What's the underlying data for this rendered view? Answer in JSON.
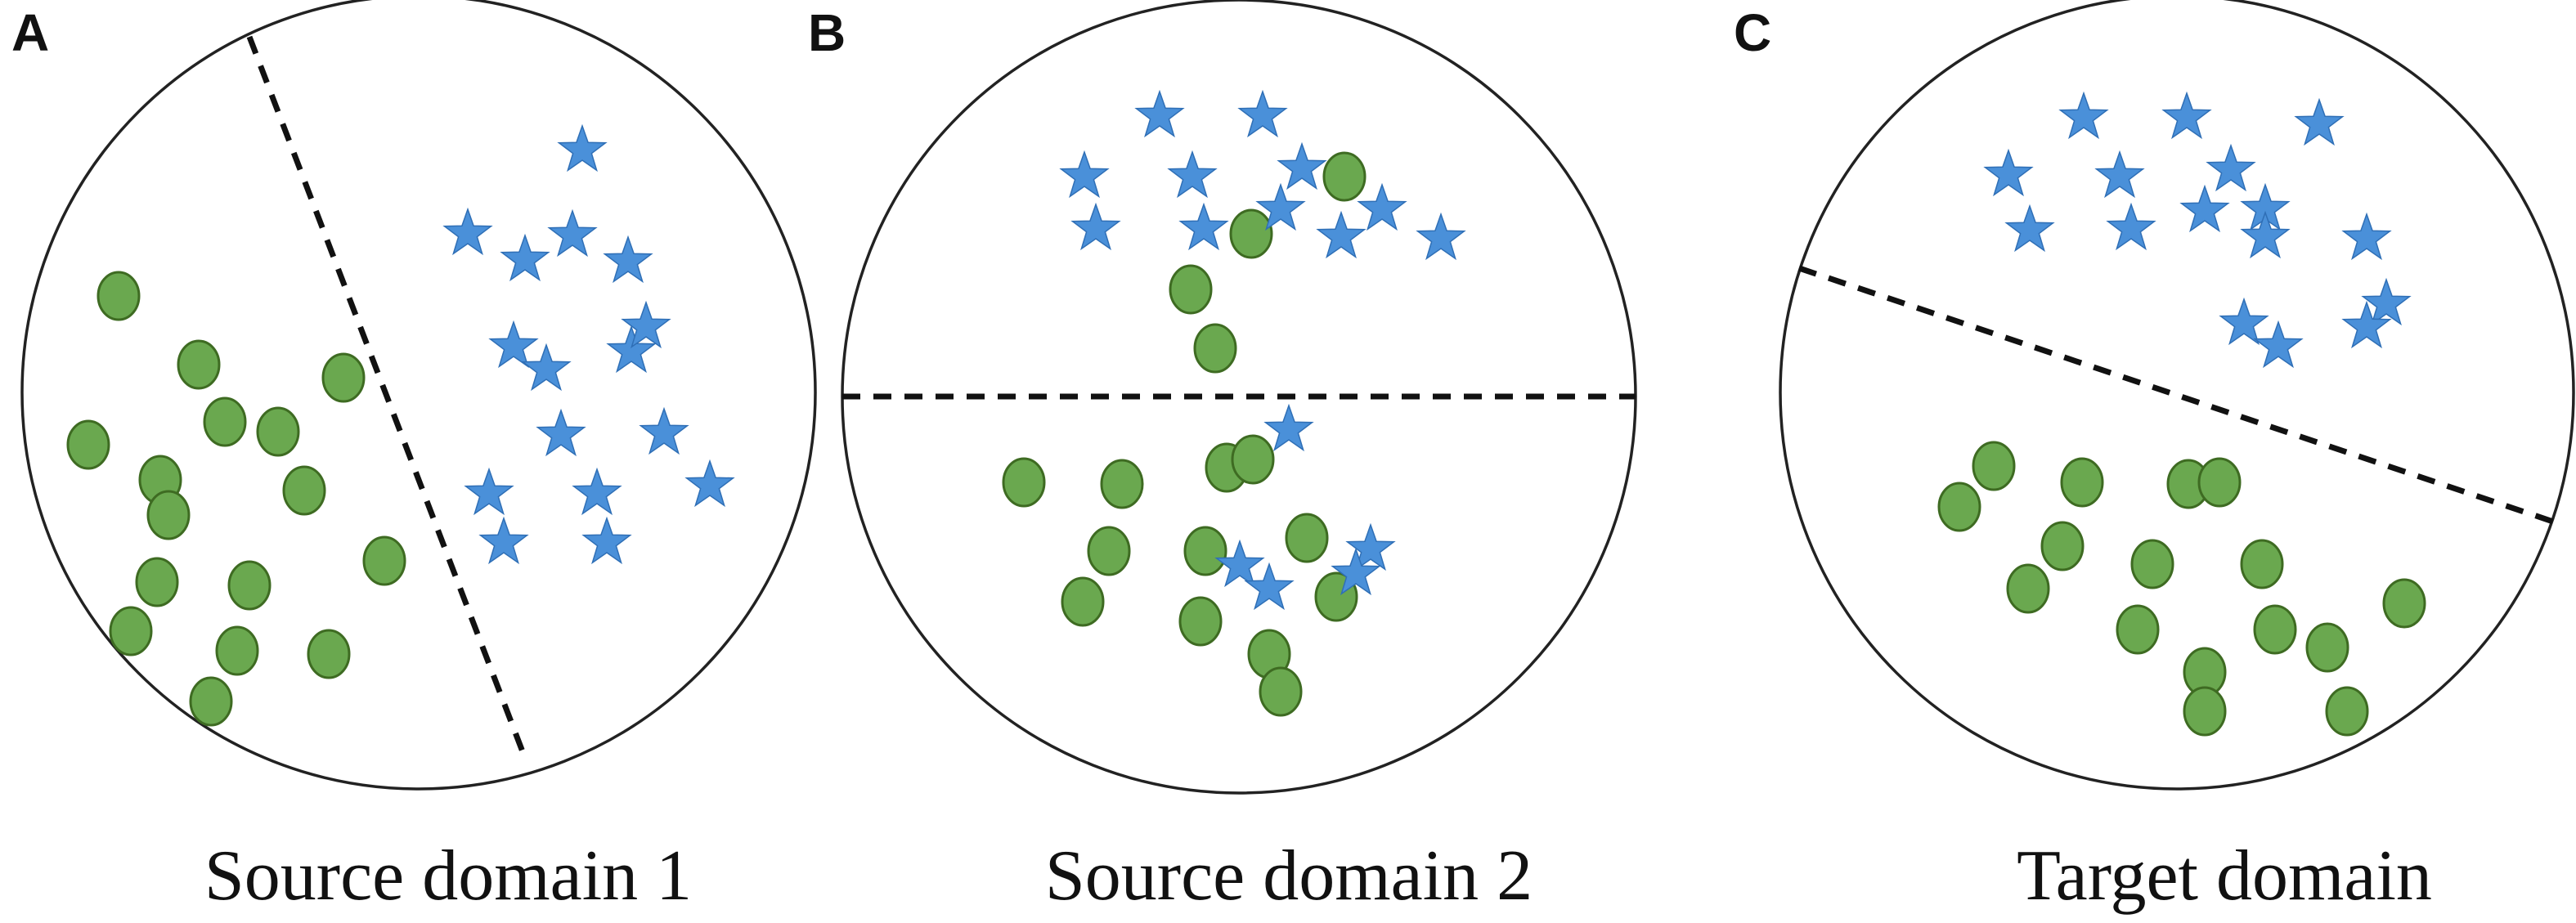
{
  "colors": {
    "circle_marker": "#6aa84f",
    "star_marker": "#4a90d9",
    "outline": "#222222"
  },
  "marker_types": {
    "circle": "green-circle-icon",
    "star": "blue-star-icon"
  },
  "panels": [
    {
      "letter": "A",
      "caption": "Source domain 1"
    },
    {
      "letter": "B",
      "caption": "Source domain 2"
    },
    {
      "letter": "C",
      "caption": "Target domain"
    }
  ]
}
